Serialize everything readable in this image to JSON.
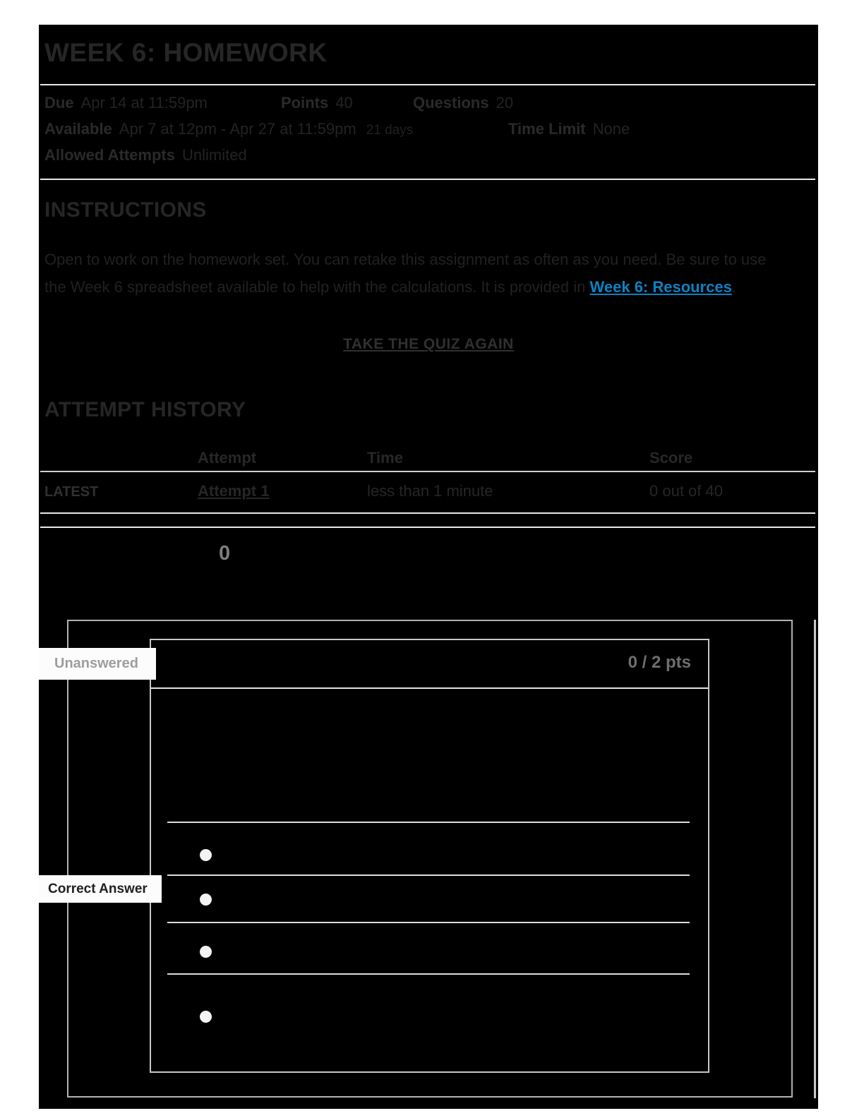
{
  "header": {
    "title": "Week 6: Homework"
  },
  "details": {
    "due_label": "Due",
    "due_value": "Apr 14 at 11:59pm",
    "points_label": "Points",
    "points_value": "40",
    "questions_label": "Questions",
    "questions_value": "20",
    "available_label": "Available",
    "available_value": "Apr 7 at 12pm - Apr 27 at 11:59pm",
    "available_duration": "21 days",
    "time_limit_label": "Time Limit",
    "time_limit_value": "None",
    "attempts_label": "Allowed Attempts",
    "attempts_value": "Unlimited"
  },
  "instructions": {
    "heading": "Instructions",
    "body_line1": "Open to work on the homework set. You can retake this assignment as often as you need. Be sure to use",
    "body_line2": "the Week 6 spreadsheet available to help with the calculations. It is provided in",
    "resources_link": "Week 6: Resources",
    "body_end": ".",
    "take_quiz_link": "Take the Quiz Again"
  },
  "attempt_history": {
    "heading": "Attempt History",
    "col_attempt": "Attempt",
    "col_time": "Time",
    "col_score": "Score",
    "row": {
      "label": "LATEST",
      "attempt": "Attempt 1",
      "time": "less than 1 minute",
      "score": "0 out of 40"
    }
  },
  "score_summary": {
    "visible_score": "0"
  },
  "question": {
    "title": "",
    "status": "Unanswered",
    "points": "0 / 2 pts",
    "correct_answer_label": "Correct Answer",
    "options": [
      {
        "label": ""
      },
      {
        "label": ""
      },
      {
        "label": ""
      },
      {
        "label": ""
      }
    ]
  },
  "colors": {
    "page_background": "#000000",
    "link_blue": "#0d82c3",
    "points_gray": "#6e6e6e",
    "score_gray": "#7e7e7e",
    "badge_background": "#fcfcfc",
    "unanswered_text": "#9d9d9d"
  }
}
